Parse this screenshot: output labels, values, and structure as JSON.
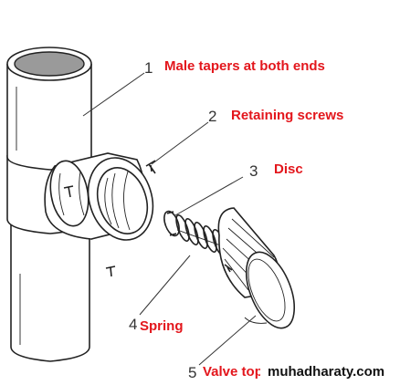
{
  "colors": {
    "label_red": "#e3161c",
    "ink": "#222222",
    "pipe_top_fill": "#9a9a9a"
  },
  "parts": [
    {
      "number": "1",
      "label": "Male tapers at both ends"
    },
    {
      "number": "2",
      "label": "Retaining screws"
    },
    {
      "number": "3",
      "label": "Disc"
    },
    {
      "number": "4",
      "label": "Spring"
    },
    {
      "number": "5",
      "label": "Valve top"
    }
  ],
  "watermark": "muhadharaty.com"
}
